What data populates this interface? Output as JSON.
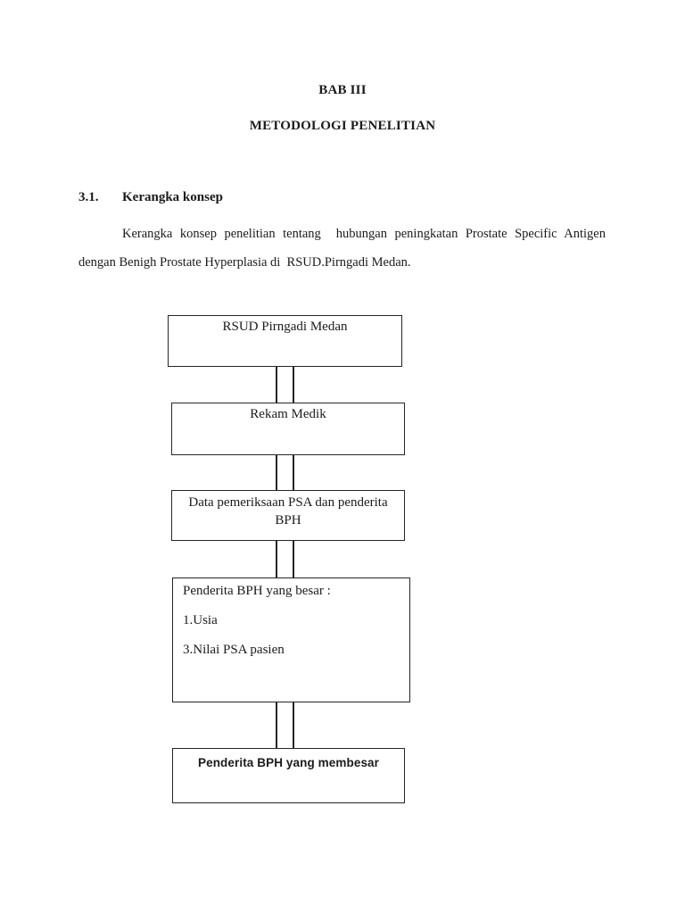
{
  "colors": {
    "page_background": "#ffffff",
    "text": "#1b1b1b",
    "box_border": "#262626"
  },
  "document": {
    "chapter_title": "BAB III",
    "chapter_subtitle": "METODOLOGI PENELITIAN",
    "section_number": "3.1.",
    "section_title": "Kerangka konsep",
    "paragraph": "Kerangka konsep penelitian tentang  hubungan peningkatan Prostate Specific Antigen dengan Benigh Prostate Hyperplasia di  RSUD.Pirngadi Medan."
  },
  "flowchart": {
    "box_rsud": {
      "label": "RSUD Pirngadi Medan"
    },
    "box_rekam": {
      "label": "Rekam Medik"
    },
    "box_data": {
      "label": "Data pemeriksaan PSA dan penderita BPH"
    },
    "box_penderita": {
      "title": "Penderita BPH yang besar :",
      "item1": "1.Usia",
      "item2": "3.Nilai PSA pasien"
    },
    "box_membesar": {
      "label": "Penderita BPH yang membesar"
    }
  }
}
